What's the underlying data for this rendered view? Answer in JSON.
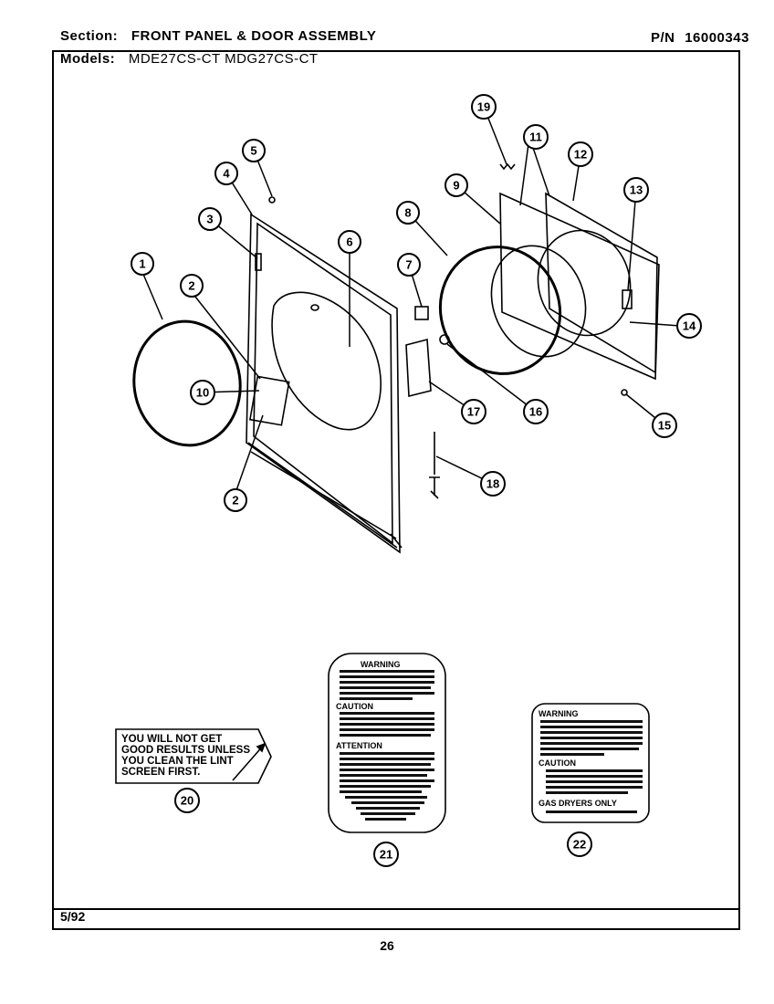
{
  "header": {
    "section_label": "Section:",
    "section_title": "FRONT PANEL & DOOR ASSEMBLY",
    "pn_label": "P/N",
    "pn_value": "16000343",
    "models_label": "Models:",
    "models_value": "MDE27CS-CT   MDG27CS-CT"
  },
  "footer": {
    "date": "5/92",
    "page_number": "26"
  },
  "callouts": [
    "1",
    "2",
    "2",
    "3",
    "4",
    "5",
    "6",
    "7",
    "8",
    "9",
    "10",
    "11",
    "12",
    "13",
    "14",
    "15",
    "16",
    "17",
    "18",
    "19",
    "20",
    "21",
    "22"
  ],
  "lint_label": {
    "lines": [
      "YOU WILL NOT GET",
      "GOOD RESULTS UNLESS",
      "YOU CLEAN THE LINT",
      "SCREEN FIRST."
    ]
  },
  "warning_label_21": {
    "headings": [
      "WARNING",
      "CAUTION",
      "ATTENTION"
    ]
  },
  "warning_label_22": {
    "headings": [
      "WARNING",
      "CAUTION",
      "GAS DRYERS ONLY"
    ]
  }
}
